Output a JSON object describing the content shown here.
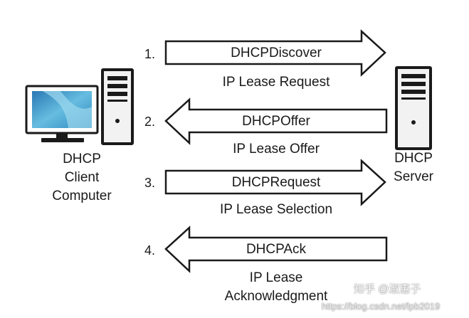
{
  "client": {
    "label_lines": [
      "DHCP",
      "Client",
      "Computer"
    ]
  },
  "server": {
    "label_lines": [
      "DHCP",
      "Server"
    ]
  },
  "steps": [
    {
      "number": "1.",
      "message": "DHCPDiscover",
      "caption_lines": [
        "IP Lease Request"
      ],
      "direction": "right"
    },
    {
      "number": "2.",
      "message": "DHCPOffer",
      "caption_lines": [
        "IP Lease Offer"
      ],
      "direction": "left"
    },
    {
      "number": "3.",
      "message": "DHCPRequest",
      "caption_lines": [
        "IP Lease Selection"
      ],
      "direction": "right"
    },
    {
      "number": "4.",
      "message": "DHCPAck",
      "caption_lines": [
        "IP Lease",
        "Acknowledgment"
      ],
      "direction": "left"
    }
  ],
  "watermark": {
    "author": "知乎 @淑惠子",
    "url": "https://blog.csdn.net/lpb2019"
  },
  "colors": {
    "outline": "#1a1a1a",
    "monitor_screen": "#3f9bc9",
    "tower_gray": "#d9d9d9"
  }
}
